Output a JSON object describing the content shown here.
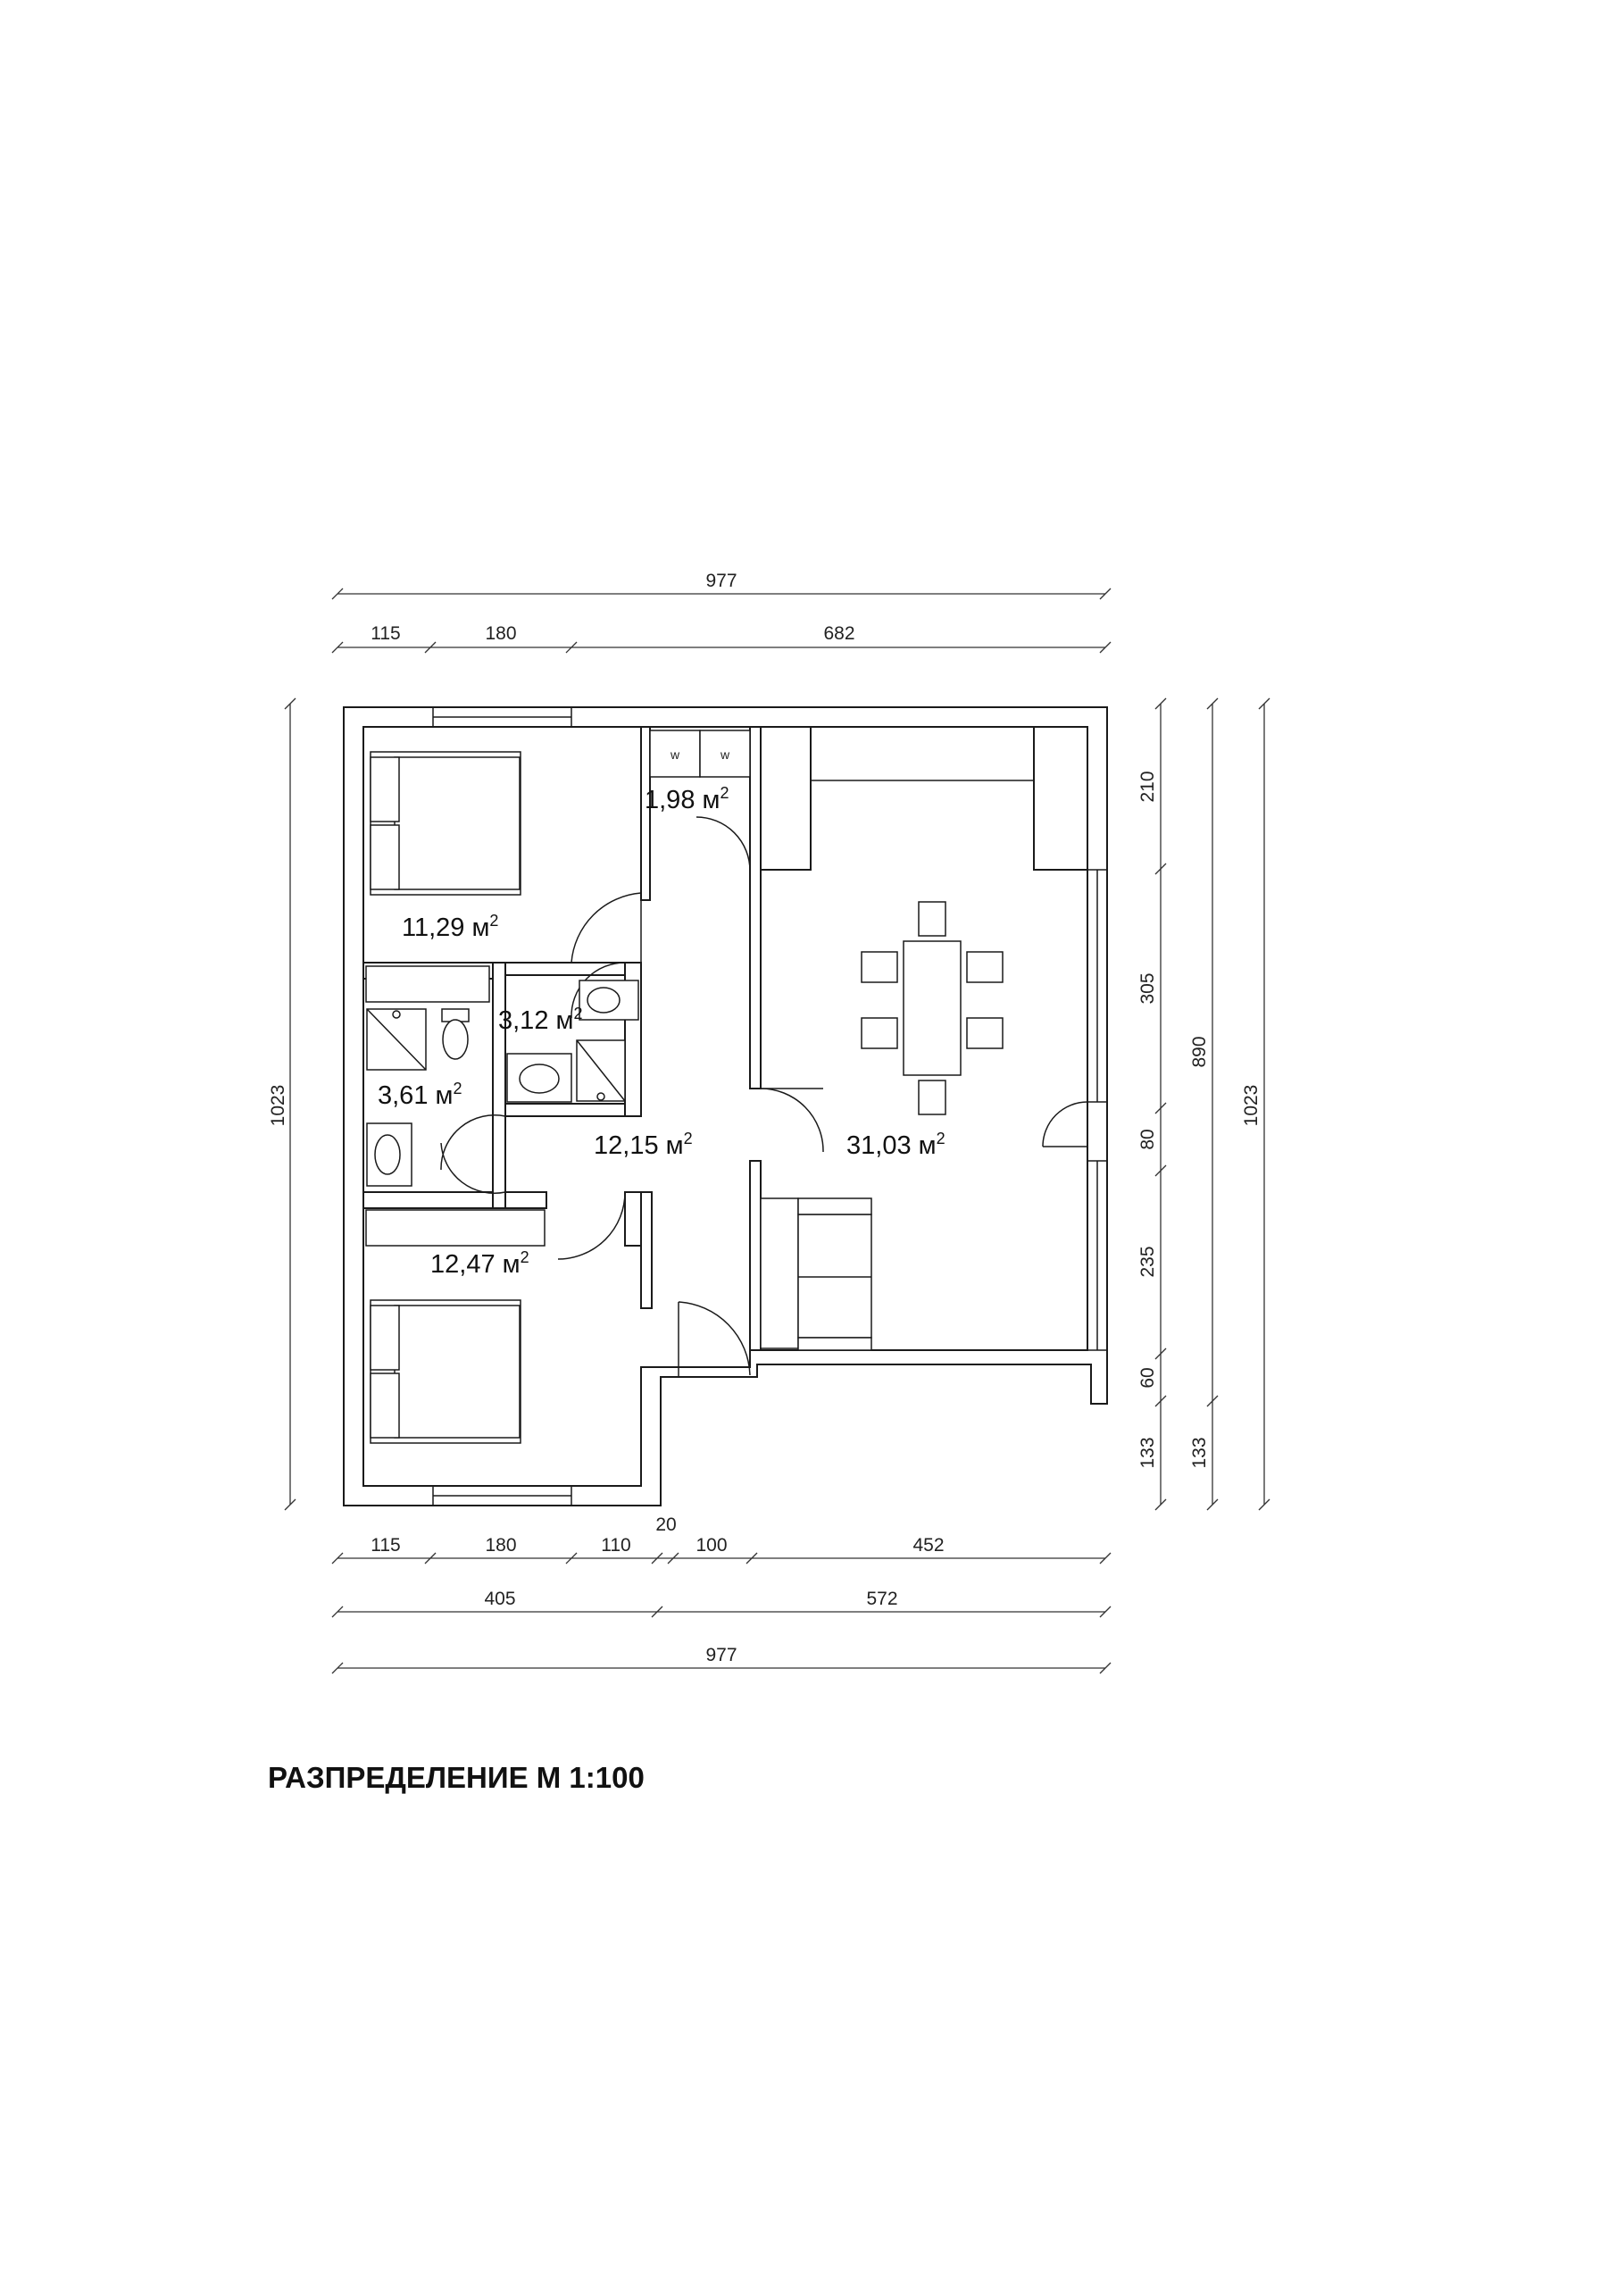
{
  "title": "РАЗПРЕДЕЛЕНИЕ М 1:100",
  "area_unit": "м",
  "rooms": [
    {
      "id": "bedroom-1",
      "area": "11,29"
    },
    {
      "id": "wardrobe",
      "area": "1,98"
    },
    {
      "id": "bathroom-1",
      "area": "3,12"
    },
    {
      "id": "bathroom-2",
      "area": "3,61"
    },
    {
      "id": "hallway",
      "area": "12,15"
    },
    {
      "id": "living-room",
      "area": "31,03"
    },
    {
      "id": "bedroom-2",
      "area": "12,47"
    }
  ],
  "wardrobe_marks": [
    "w",
    "w"
  ],
  "dimensions": {
    "top_total": "977",
    "top_segments": [
      "115",
      "180",
      "682"
    ],
    "bottom_segments": [
      "115",
      "180",
      "110",
      "100",
      "452"
    ],
    "bottom_gap": "20",
    "bottom_mid": [
      "405",
      "572"
    ],
    "bottom_total": "977",
    "left_total": "1023",
    "right_segments": [
      "210",
      "305",
      "80",
      "235",
      "60",
      "133"
    ],
    "right_mid": [
      "890",
      "133"
    ],
    "right_total": "1023"
  }
}
